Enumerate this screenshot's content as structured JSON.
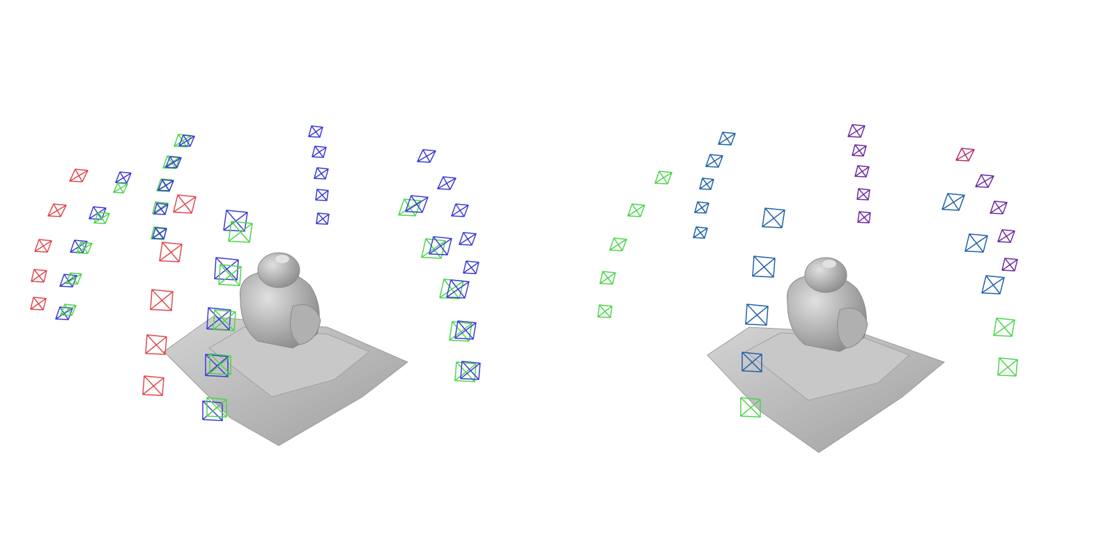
{
  "figure": {
    "background": "#ffffff",
    "mesh_color": "#bdbdbd",
    "panels": [
      {
        "id": "left",
        "description_id": "camera-poses-ground-truth-vs-estimates",
        "camera_colors": {
          "red": "#e0474c",
          "blue": "#3a3ad6",
          "green": "#4cd44c"
        }
      },
      {
        "id": "right",
        "description_id": "camera-poses-refined",
        "camera_colors": {
          "teal": "#1f5fa8",
          "purple": "#6a2aa0",
          "green": "#4cd44c",
          "magenta": "#b03070"
        }
      }
    ]
  }
}
